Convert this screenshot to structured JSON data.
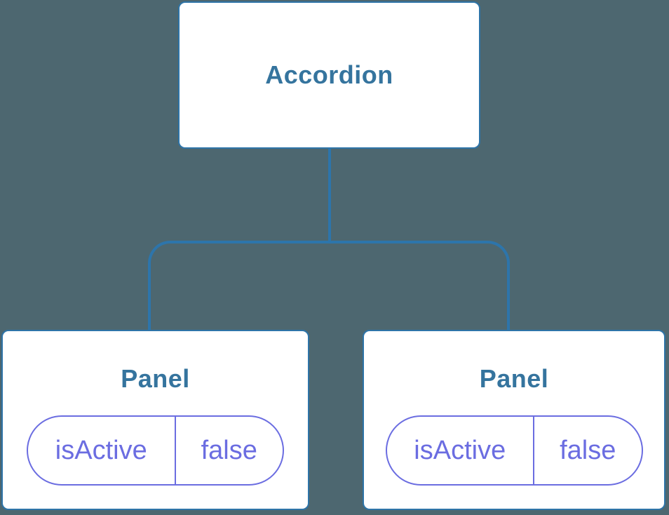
{
  "diagram": {
    "root": {
      "label": "Accordion"
    },
    "children": [
      {
        "label": "Panel",
        "state": {
          "key": "isActive",
          "value": "false"
        }
      },
      {
        "label": "Panel",
        "state": {
          "key": "isActive",
          "value": "false"
        }
      }
    ]
  },
  "colors": {
    "background": "#4d6770",
    "box-border": "#2e74a8",
    "connector": "#2d75ab",
    "title-text": "#35749e",
    "state-accent": "#6b6de1",
    "box-fill": "#ffffff"
  }
}
